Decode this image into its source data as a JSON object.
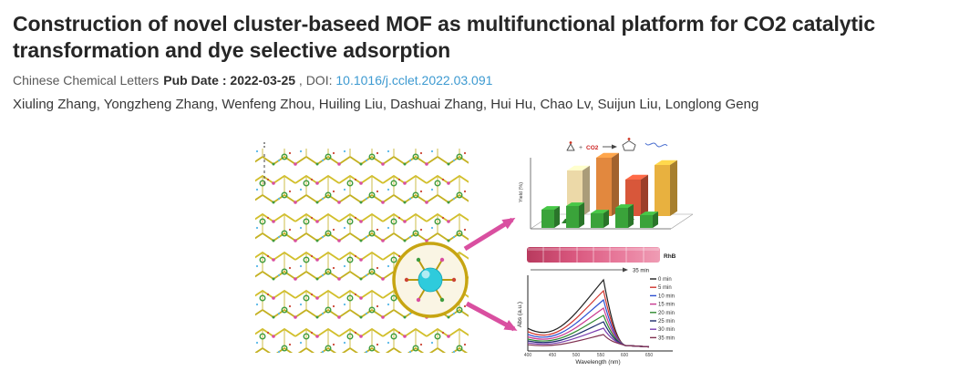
{
  "paper": {
    "title": "Construction of novel cluster-baseed MOF as multifunctional platform for CO2 catalytic transformation and dye selective adsorption",
    "journal": "Chinese Chemical Letters",
    "pub_date": "Pub Date : 2022-03-25",
    "doi_sep": " , DOI: ",
    "doi": "10.1016/j.cclet.2022.03.091",
    "authors": "Xiuling Zhang, Yongzheng Zhang, Wenfeng Zhou, Huiling Liu, Dashuai Zhang, Hui Hu, Chao Lv, Suijun Liu, Longlong Geng"
  },
  "graphic": {
    "description": "Graphical abstract: cluster-based MOF framework with magnified cluster node and guest sphere, CO2 cycloaddition catalysis 3D bar chart, and RhB dye adsorption UV-vis spectra with vial photo strip",
    "scheme": {
      "plus": "+",
      "co2": "CO2"
    },
    "bar3d": {
      "axis_label": "Yield (%)",
      "back_row": [
        {
          "h": 50,
          "color": "#ecd9a8"
        },
        {
          "h": 64,
          "color": "#e2883e"
        },
        {
          "h": 40,
          "color": "#d8573a"
        },
        {
          "h": 56,
          "color": "#e8b13f"
        }
      ],
      "front_row": [
        {
          "h": 20,
          "color": "#3aa33a"
        },
        {
          "h": 24,
          "color": "#3aa33a"
        },
        {
          "h": 16,
          "color": "#3aa33a"
        },
        {
          "h": 22,
          "color": "#3aa33a"
        },
        {
          "h": 14,
          "color": "#3aa33a"
        }
      ]
    },
    "strip": {
      "label": "RhB",
      "time": "35 min"
    },
    "spectra": {
      "xlabel": "Wavelength (nm)",
      "ylabel": "Abs (a.u.)",
      "xticks": [
        "400",
        "450",
        "500",
        "550",
        "600",
        "650"
      ],
      "series": [
        {
          "label": "0 min",
          "color": "#222222",
          "amp": 76
        },
        {
          "label": "5 min",
          "color": "#d0342c",
          "amp": 64
        },
        {
          "label": "10 min",
          "color": "#2b4fd0",
          "amp": 54
        },
        {
          "label": "15 min",
          "color": "#c9388f",
          "amp": 45
        },
        {
          "label": "20 min",
          "color": "#2f8a2f",
          "amp": 37
        },
        {
          "label": "25 min",
          "color": "#1b2a6b",
          "amp": 30
        },
        {
          "label": "30 min",
          "color": "#7a3fb0",
          "amp": 23
        },
        {
          "label": "35 min",
          "color": "#803050",
          "amp": 16
        }
      ]
    }
  }
}
